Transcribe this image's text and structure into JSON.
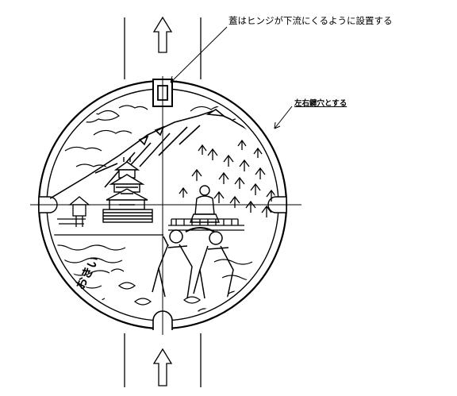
{
  "annotations": {
    "lid_hinge_note": "蓋はヒンジが下流にくるように設置する",
    "side_holes_note": "左右鍵穴とする"
  },
  "cover_art": {
    "city_name_text": "おきい",
    "subjects": [
      "castle",
      "mountain",
      "forest",
      "shrine",
      "river",
      "festival-runners",
      "bridge"
    ]
  },
  "colors": {
    "line": "#000000",
    "background": "#ffffff"
  }
}
